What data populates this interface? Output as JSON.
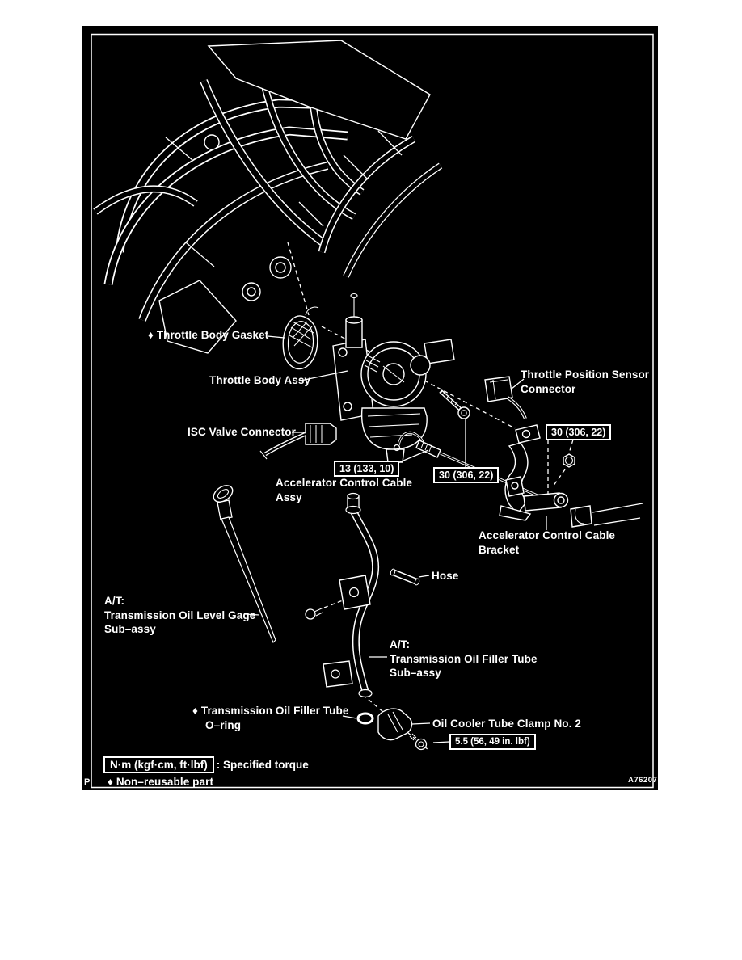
{
  "figure": {
    "description": "Throttle body exploded parts diagram (inverted line art)",
    "colors": {
      "diagram_bg": "#000000",
      "line_art": "#ffffff",
      "page_bg": "#ffffff"
    },
    "labels": {
      "throttle_body_gasket": "♦ Throttle Body Gasket",
      "throttle_body_assy": "Throttle Body Assy",
      "tps_line1": "Throttle Position Sensor",
      "tps_line2": "Connector",
      "isc_valve_connector": "ISC Valve Connector",
      "accel_cable_line1": "Accelerator Control Cable",
      "accel_cable_line2": "Assy",
      "bracket_line1": "Accelerator Control Cable",
      "bracket_line2": "Bracket",
      "hose": "Hose",
      "gage_at": "A/T:",
      "gage_line2": "Transmission Oil Level Gage",
      "gage_line3": "Sub–assy",
      "filler_at": "A/T:",
      "filler_line2": "Transmission Oil Filler Tube",
      "filler_line3": "Sub–assy",
      "oring_line1": "♦ Transmission Oil Filler Tube",
      "oring_line2": "O–ring",
      "oil_cooler_clamp": "Oil Cooler Tube Clamp No. 2"
    },
    "torques": {
      "cable_adjuster": "13 (133, 10)",
      "bracket_bolt": "30 (306, 22)",
      "bracket_nut": "30 (306, 22)",
      "clamp_bolt": "5.5 (56, 49 in. lbf)"
    },
    "legend": {
      "torque_box_label": "N·m (kgf·cm, ft·lbf)",
      "torque_caption": ": Specified torque",
      "non_reusable_note": "♦ Non–reusable part"
    },
    "footer": {
      "page_marker": "P",
      "figure_code": "A76207"
    }
  }
}
